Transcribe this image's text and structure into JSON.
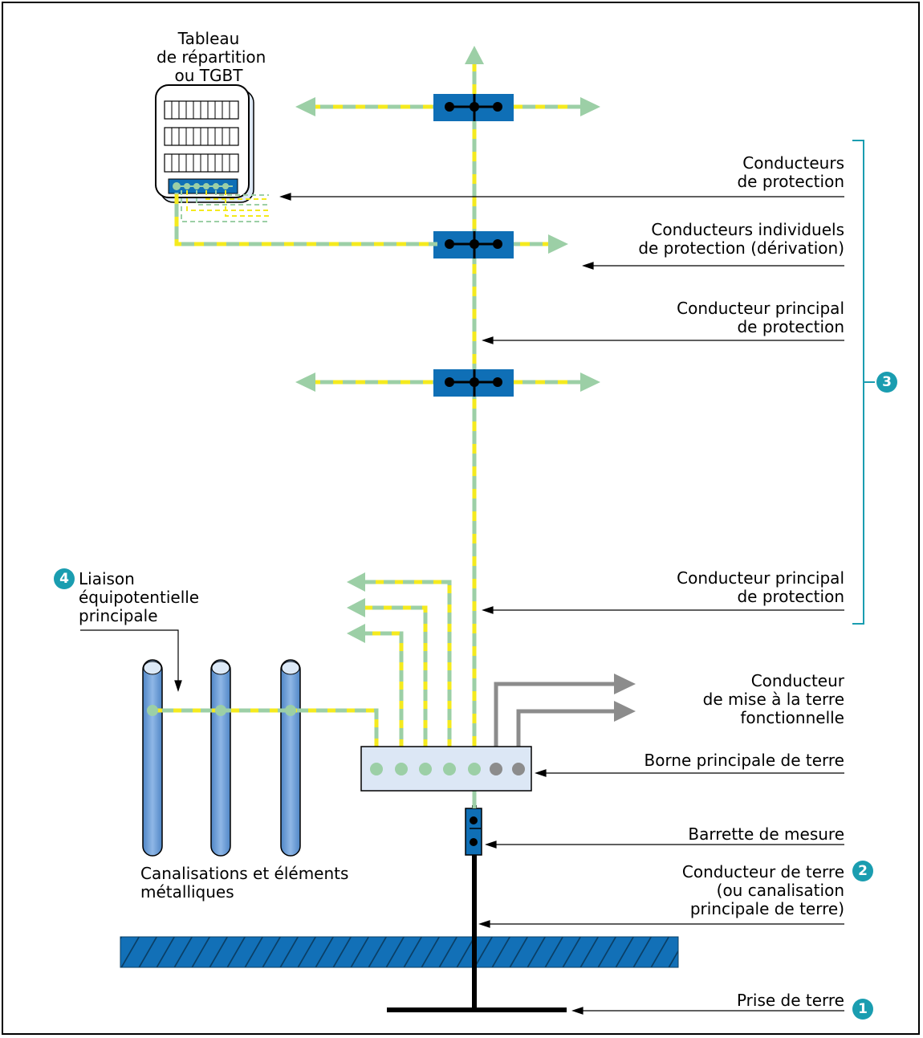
{
  "colors": {
    "accent": "#1a9db0",
    "connector": "#0f6fb6",
    "yellow": "#f4ea1e",
    "green": "#9ccfa6",
    "black": "#000000",
    "grey": "#8c8c8c",
    "ground": "#1270b7"
  },
  "labels": {
    "tableau": [
      "Tableau",
      "de répartition",
      "ou TGBT"
    ],
    "conducteurs_protection": [
      "Conducteurs",
      "de protection"
    ],
    "conducteurs_individuels": [
      "Conducteurs individuels",
      "de protection (dérivation)"
    ],
    "conducteur_principal_1": [
      "Conducteur principal",
      "de protection"
    ],
    "conducteur_principal_2": [
      "Conducteur principal",
      "de protection"
    ],
    "liaison": [
      "Liaison",
      "équipotentielle",
      "principale"
    ],
    "conducteur_mise_terre": [
      "Conducteur",
      "de mise à la terre",
      "fonctionnelle"
    ],
    "borne_principale": "Borne principale de terre",
    "barrette": "Barrette de mesure",
    "conducteur_terre": [
      "Conducteur de terre",
      "(ou canalisation",
      "principale de terre)"
    ],
    "canalisations": [
      "Canalisations et éléments",
      "métalliques"
    ],
    "prise_terre": "Prise de terre"
  },
  "badges": {
    "one": "1",
    "two": "2",
    "three": "3",
    "four": "4"
  }
}
